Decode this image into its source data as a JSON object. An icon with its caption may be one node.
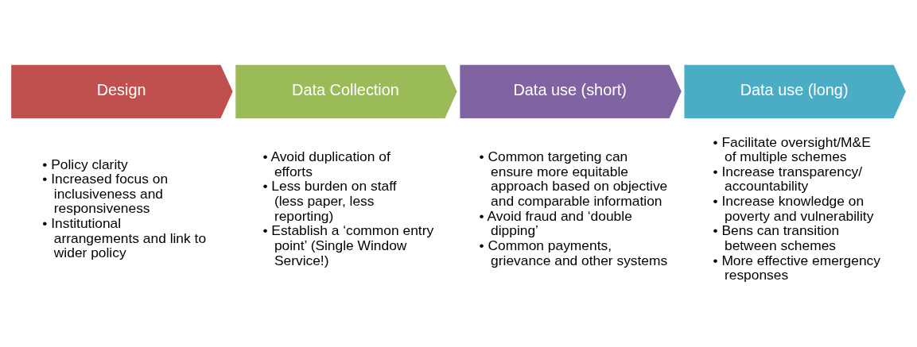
{
  "diagram": {
    "nodes": [
      {
        "text": [
          "Design"
        ],
        "beside": [
          "• Policy clarity",
          "• Increased focus on inclusiveness and responsiveness",
          "• Institutional arrangements and link to wider policy"
        ]
      },
      {
        "text": [
          "Data Collection"
        ],
        "beside": [
          "• Avoid duplication of efforts",
          "• Less burden on staff (less paper, less reporting)",
          "• Establish a ‘common entry point’ (Single Window Service!)"
        ]
      },
      {
        "text": [
          "Data use (short)"
        ],
        "beside": [
          "• Common targeting can ensure more equitable approach based on objective and comparable information",
          "• Avoid fraud and ‘double dipping’",
          "• Common payments, grievance and other systems"
        ]
      },
      {
        "text": [
          "Data use (long)"
        ],
        "beside": [
          "• Facilitate oversight/M&E of multiple schemes",
          "• Increase transparency/ accountability",
          "• Increase knowledge on poverty and vulnerability",
          "• Bens can transition between schemes",
          "• More effective emergency responses"
        ]
      }
    ]
  }
}
